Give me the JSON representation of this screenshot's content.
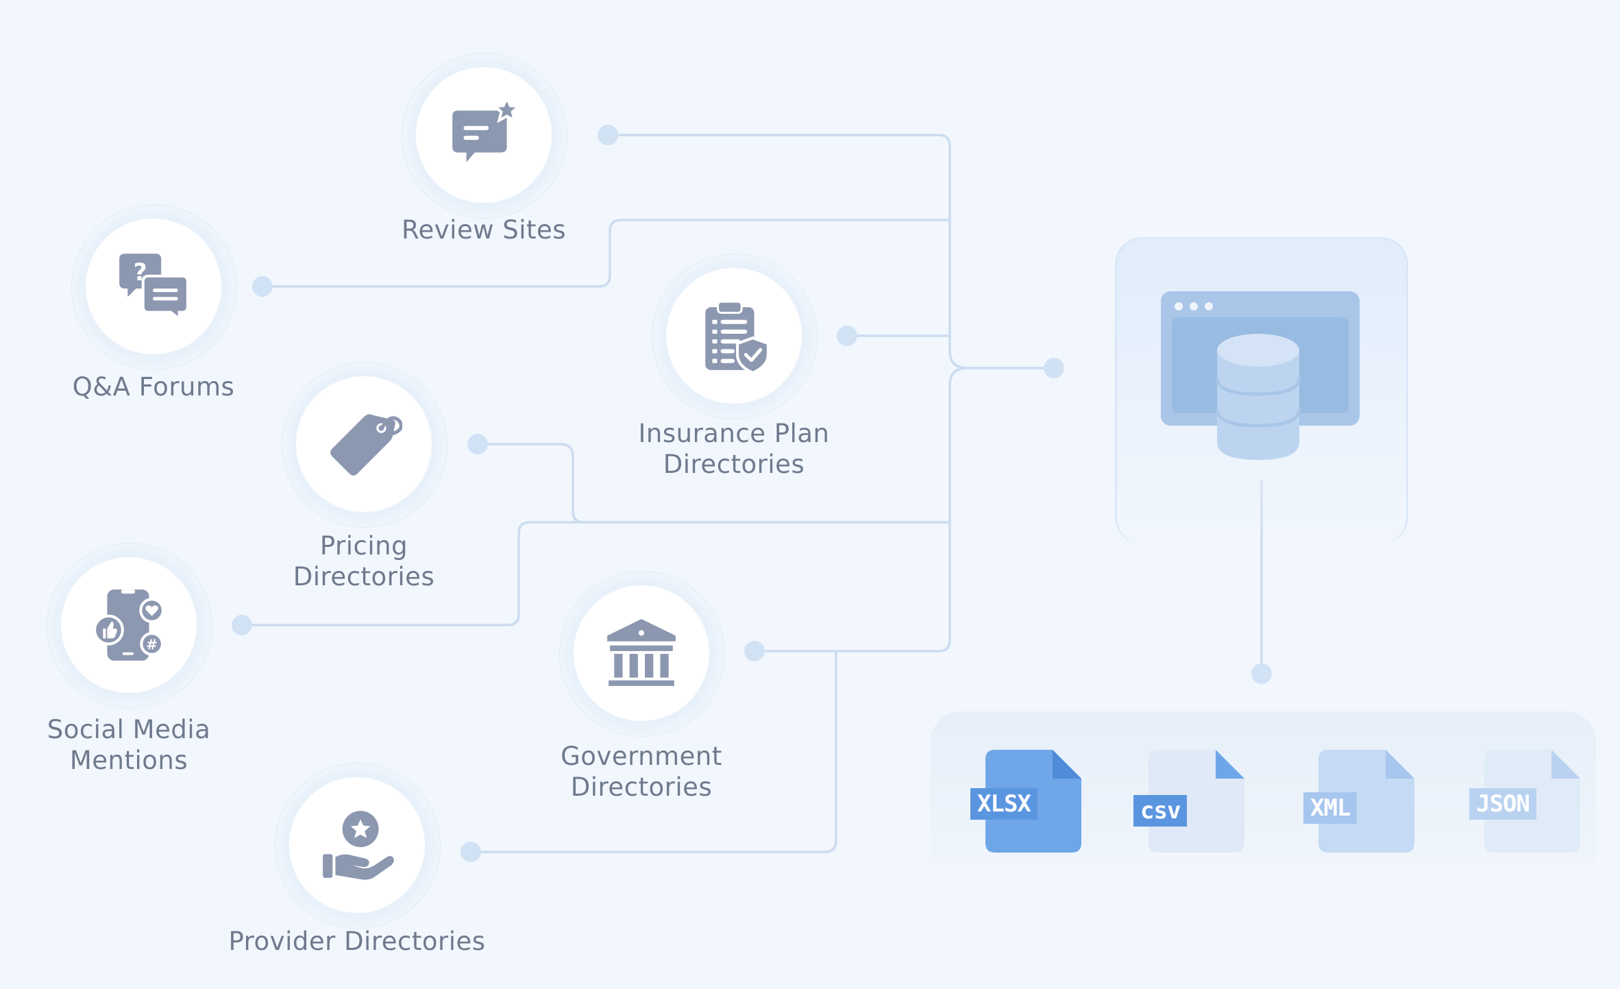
{
  "sources": [
    {
      "id": "review-sites",
      "label": [
        "Review Sites"
      ],
      "icon": "review-chat-star-icon"
    },
    {
      "id": "qa-forums",
      "label": [
        "Q&A Forums"
      ],
      "icon": "qa-chat-bubbles-icon"
    },
    {
      "id": "insurance-plan",
      "label": [
        "Insurance Plan",
        "Directories"
      ],
      "icon": "clipboard-shield-icon"
    },
    {
      "id": "pricing",
      "label": [
        "Pricing",
        "Directories"
      ],
      "icon": "price-tag-icon"
    },
    {
      "id": "social-media",
      "label": [
        "Social Media",
        "Mentions"
      ],
      "icon": "social-phone-icon"
    },
    {
      "id": "government",
      "label": [
        "Government",
        "Directories"
      ],
      "icon": "government-building-icon"
    },
    {
      "id": "provider",
      "label": [
        "Provider Directories"
      ],
      "icon": "hand-star-icon"
    }
  ],
  "database": {
    "icon": "database-window-icon"
  },
  "outputs": [
    {
      "format": "XLSX",
      "icon": "xlsx-file-icon",
      "color": "#6fa6e8",
      "badge": "#5a95e0"
    },
    {
      "format": "csv",
      "icon": "csv-file-icon",
      "color": "#dfe9f7",
      "badge": "#5a95e0"
    },
    {
      "format": "XML",
      "icon": "xml-file-icon",
      "color": "#c5daf4",
      "badge": "#a7c6ee"
    },
    {
      "format": "JSON",
      "icon": "json-file-icon",
      "color": "#e0ebf8",
      "badge": "#b9d2f1"
    }
  ],
  "colors": {
    "line": "#cbdcf0",
    "dot": "#d2e2f5",
    "icon": "#8c97b0",
    "text": "#6f7a8e"
  }
}
